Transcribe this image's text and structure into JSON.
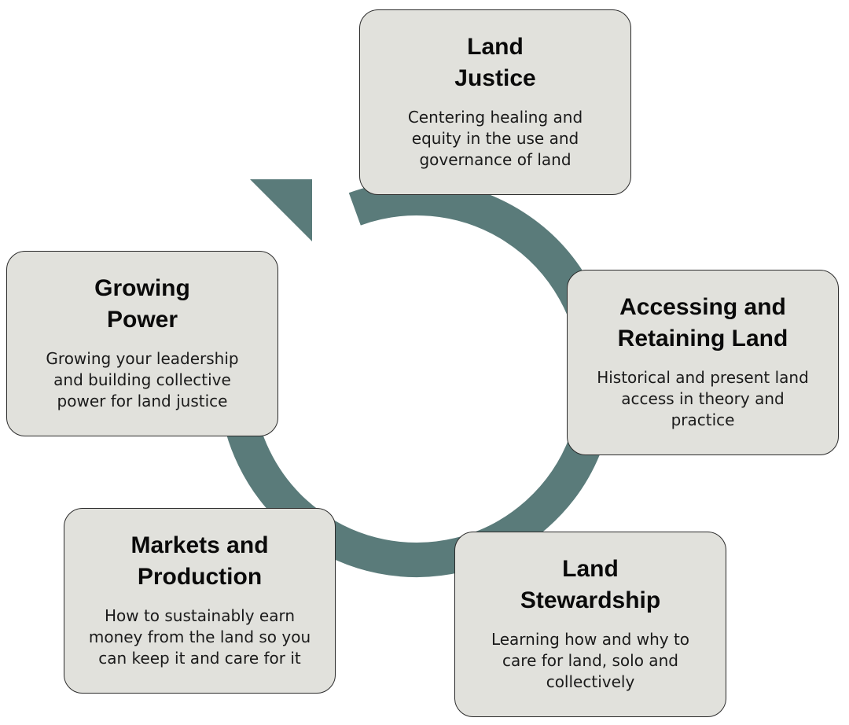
{
  "colors": {
    "ring": "#5a7b7a",
    "card_fill": "#e1e1dc",
    "card_border": "#2b2b2b"
  },
  "cards": {
    "land_justice": {
      "title": [
        "Land",
        "Justice"
      ],
      "description": [
        "Centering healing and",
        "equity in the use and",
        "governance of land"
      ]
    },
    "accessing_land": {
      "title": [
        "Accessing and",
        "Retaining Land"
      ],
      "description": [
        "Historical and present land",
        "access in theory and",
        "practice"
      ]
    },
    "land_stewardship": {
      "title": [
        "Land",
        "Stewardship"
      ],
      "description": [
        "Learning how and why to",
        "care for land, solo and",
        "collectively"
      ]
    },
    "markets_production": {
      "title": [
        "Markets and",
        "Production"
      ],
      "description": [
        "How to sustainably earn",
        "money from the land so you",
        "can keep it and care for it"
      ]
    },
    "growing_power": {
      "title": [
        "Growing",
        "Power"
      ],
      "description": [
        "Growing your leadership",
        "and building collective",
        "power for land justice"
      ]
    }
  }
}
